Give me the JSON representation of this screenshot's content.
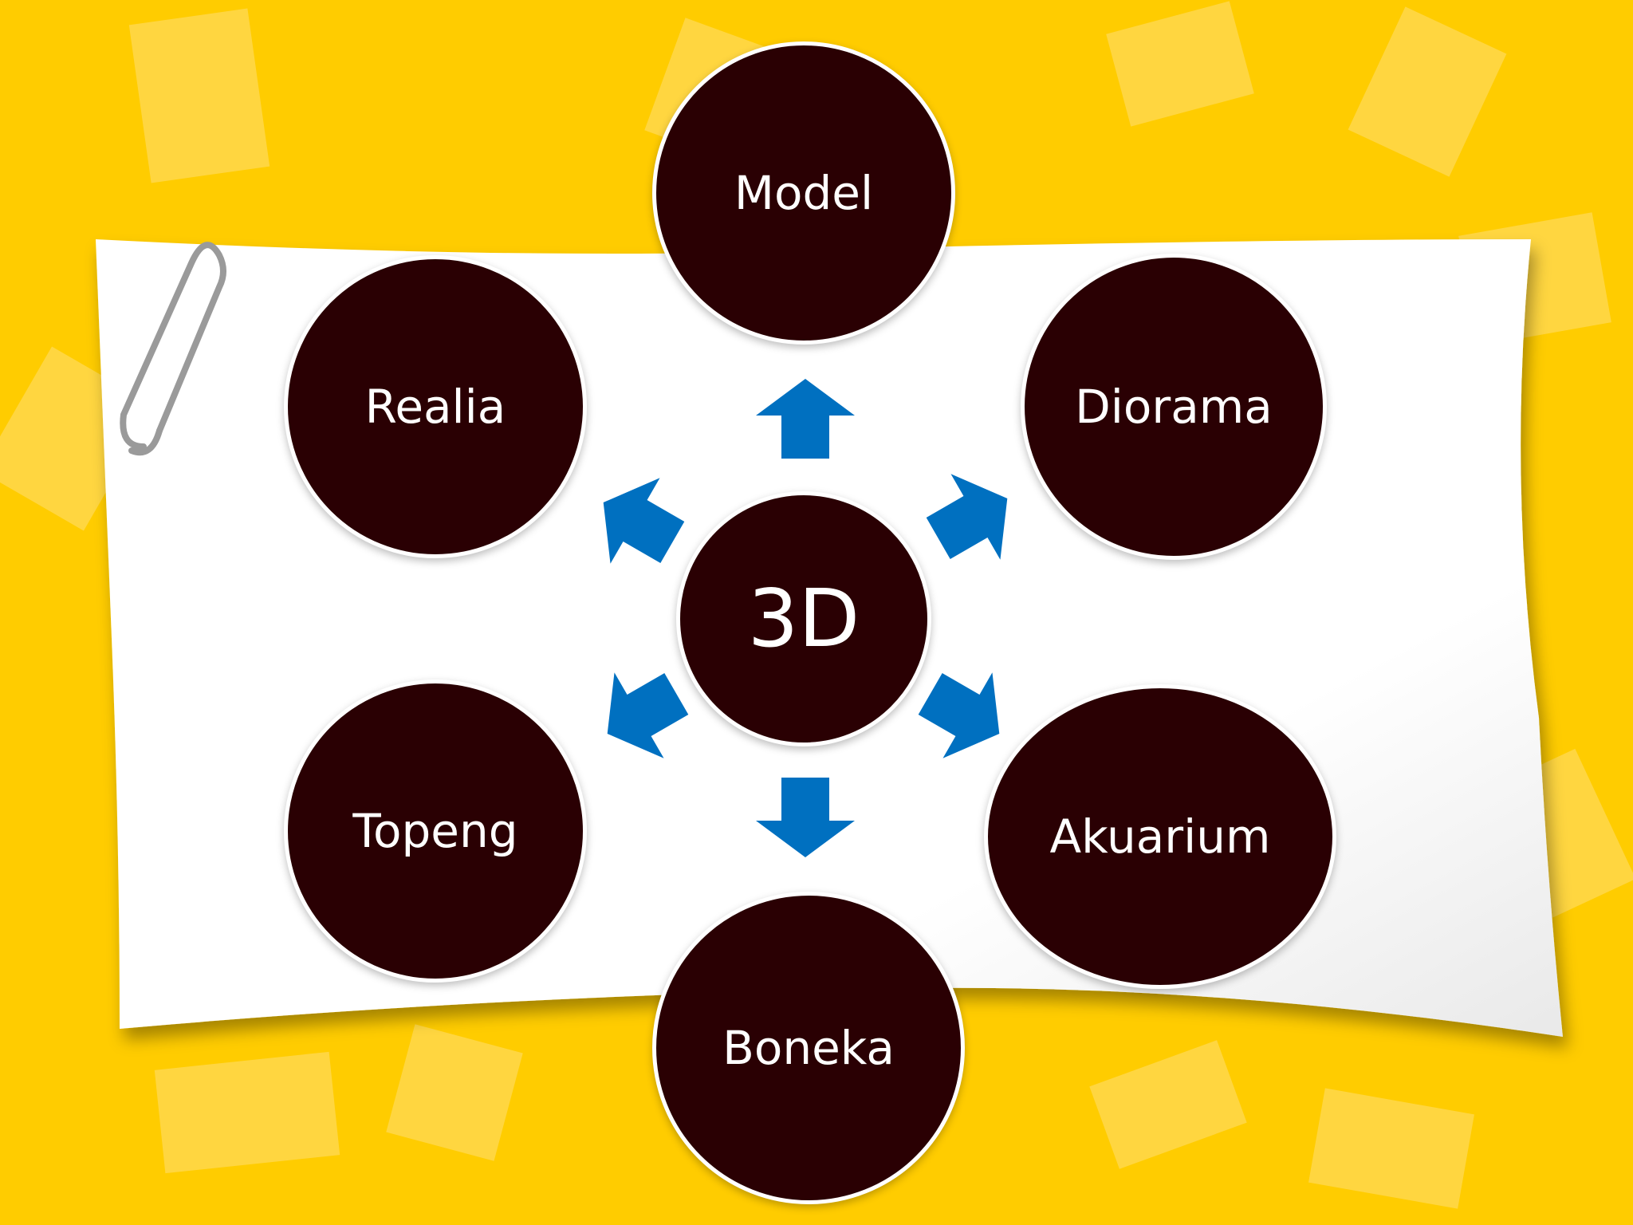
{
  "diagram": {
    "center": {
      "label": "3D"
    },
    "nodes": [
      {
        "id": "model",
        "label": "Model"
      },
      {
        "id": "realia",
        "label": "Realia"
      },
      {
        "id": "diorama",
        "label": "Diorama"
      },
      {
        "id": "topeng",
        "label": "Topeng"
      },
      {
        "id": "akuarium",
        "label": "Akuarium"
      },
      {
        "id": "boneka",
        "label": "Boneka"
      }
    ]
  },
  "colors": {
    "background": "#FFCC00",
    "confetti": "#FFDA55",
    "paper": "#FFFFFF",
    "node_fill": "#2A0003",
    "arrow": "#0070C0",
    "paperclip": "#9A9A9A"
  }
}
